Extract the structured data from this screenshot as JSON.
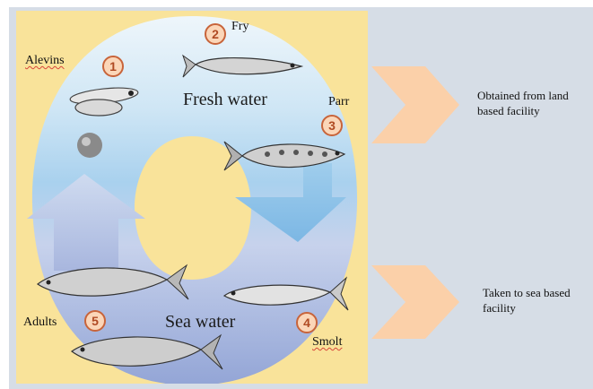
{
  "stages": [
    {
      "number": "1",
      "label": "Alevins"
    },
    {
      "number": "2",
      "label": "Fry"
    },
    {
      "number": "3",
      "label": "Parr"
    },
    {
      "number": "4",
      "label": "Smolt"
    },
    {
      "number": "5",
      "label": "Adults"
    }
  ],
  "water": {
    "fresh": "Fresh water",
    "sea": "Sea water"
  },
  "notes": [
    {
      "text": "Obtained from land based facility"
    },
    {
      "text": "Taken to sea based facility"
    }
  ],
  "colors": {
    "panel": "#f9e39a",
    "fresh_top": "#b9d9ef",
    "sea_bottom": "#a3b5de",
    "chevron": "#fbd0a9",
    "number_ring": "#c8643a"
  }
}
